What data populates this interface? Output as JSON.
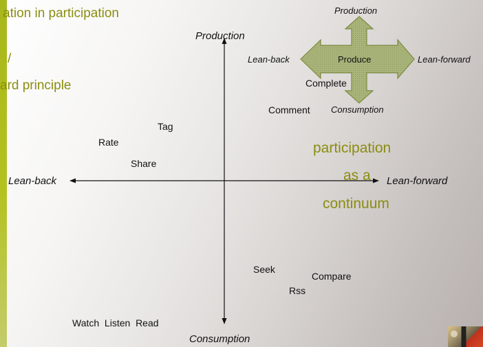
{
  "slide": {
    "partial_title_line1": "ation in participation",
    "partial_title_line2": "/",
    "partial_title_line3": "ard principle"
  },
  "axes": {
    "top": "Production",
    "bottom": "Consumption",
    "left": "Lean-back",
    "right": "Lean-forward"
  },
  "activities": {
    "tag": "Tag",
    "rate": "Rate",
    "share": "Share",
    "seek": "Seek",
    "compare": "Compare",
    "rss": "Rss",
    "bottom_row": "Watch  Listen  Read"
  },
  "inset": {
    "top": "Production",
    "bottom": "Consumption",
    "left": "Lean-back",
    "right": "Lean-forward",
    "center": "Produce",
    "complete": "Complete",
    "comment": "Comment"
  },
  "continuum": {
    "line1": "participation",
    "line2": "as a",
    "line3": "continuum"
  },
  "colors": {
    "accent_olive": "#8a8d10",
    "arrow_fill": "#a9b47a",
    "left_bar": "#a8b71a"
  }
}
